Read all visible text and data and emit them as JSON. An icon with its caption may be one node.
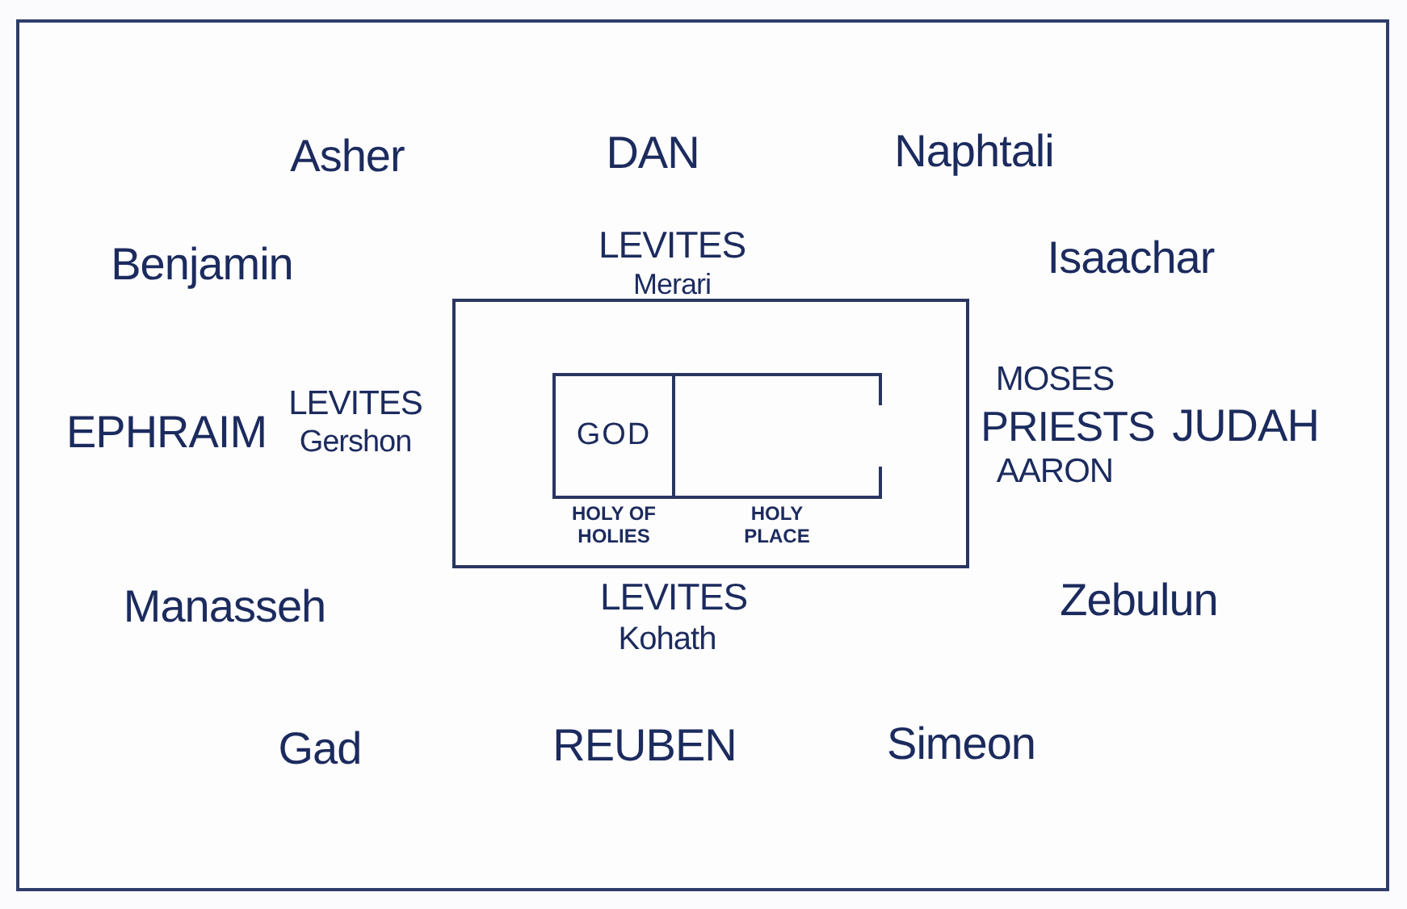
{
  "diagram": {
    "nodes": [
      {
        "text": [],
        "shape": "box"
      },
      {
        "text": [
          "GOD",
          "HOLY OF HOLIES"
        ],
        "in": 0
      },
      {
        "text": [
          "HOLY PLACE"
        ],
        "in": 0
      }
    ],
    "labels": [
      "Asher",
      "DAN",
      "Naphtali",
      "Benjamin",
      "LEVITES",
      "Merari",
      "Isaachar",
      "MOSES",
      "EPHRAIM",
      "LEVITES",
      "Gershon",
      "PRIESTS",
      "JUDAH",
      "AARON",
      "Manasseh",
      "LEVITES",
      "Kohath",
      "Zebulun",
      "Gad",
      "REUBEN",
      "Simeon"
    ]
  }
}
